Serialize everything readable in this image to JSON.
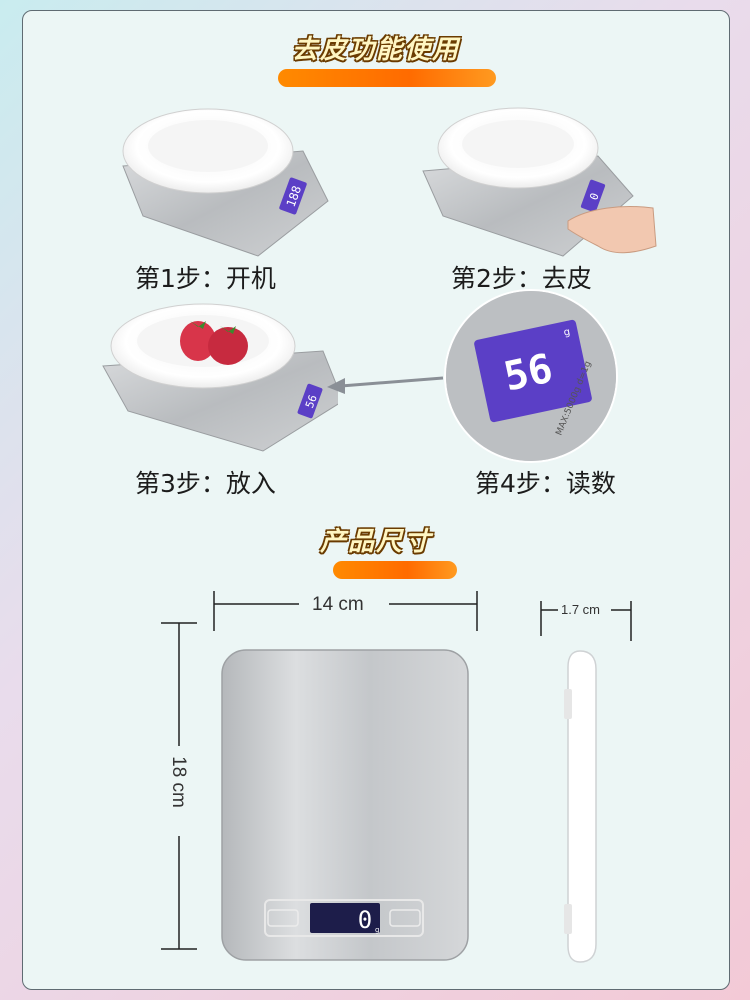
{
  "sections": {
    "tare_title": "去皮功能使用",
    "size_title": "产品尺寸"
  },
  "steps": [
    {
      "label": "第1步：开机",
      "display": "188"
    },
    {
      "label": "第2步：去皮",
      "display": "0"
    },
    {
      "label": "第3步：放入",
      "display": "56"
    },
    {
      "label": "第4步：读数",
      "display": "56",
      "unit": "g",
      "max_label": "MAX:5000g  d=1g"
    }
  ],
  "dimensions": {
    "width": "14 cm",
    "height": "18 cm",
    "depth": "1.7 cm",
    "front_display": "0",
    "front_unit": "g"
  },
  "colors": {
    "orange_brush": "#ff7a00",
    "lcd_purple": "#5b3fc6",
    "title_fill": "#fff6c2"
  }
}
